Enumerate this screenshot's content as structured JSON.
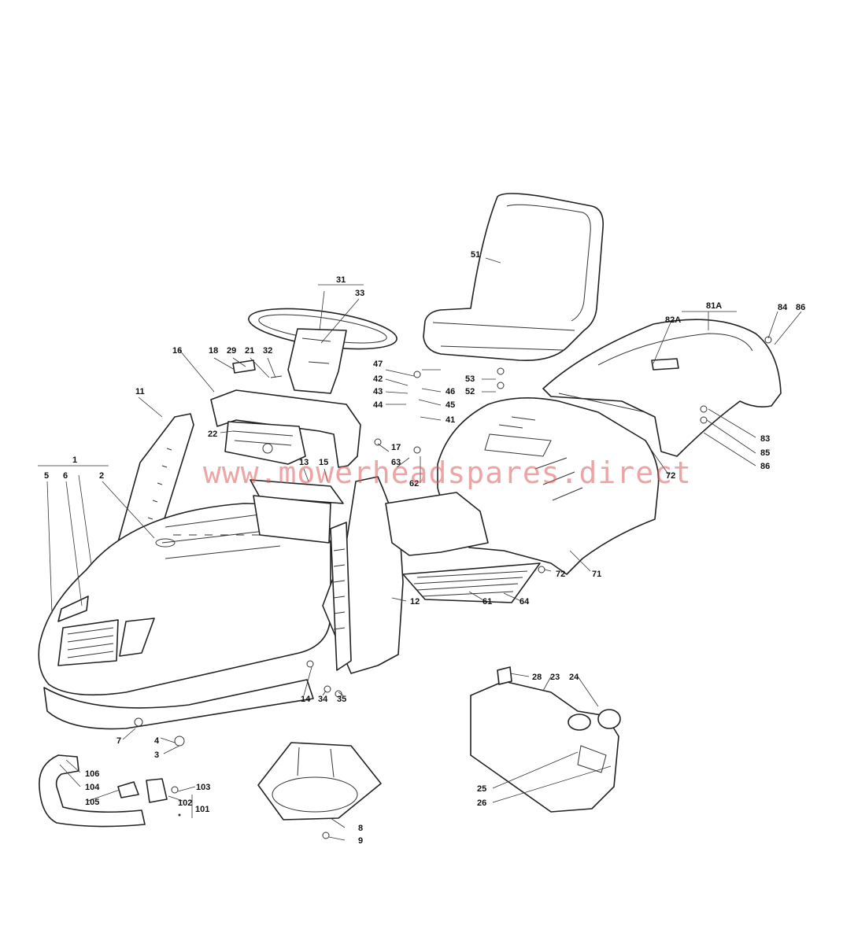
{
  "watermark": "www.mowerheadspares.direct",
  "labels": {
    "l1": "1",
    "l2": "2",
    "l3": "3",
    "l4": "4",
    "l5": "5",
    "l6": "6",
    "l7": "7",
    "l8": "8",
    "l9": "9",
    "l11": "11",
    "l12": "12",
    "l13": "13",
    "l14": "14",
    "l15": "15",
    "l16": "16",
    "l17": "17",
    "l18": "18",
    "l21": "21",
    "l22": "22",
    "l23": "23",
    "l24": "24",
    "l25": "25",
    "l26": "26",
    "l28": "28",
    "l29": "29",
    "l31": "31",
    "l32": "32",
    "l33": "33",
    "l34": "34",
    "l35": "35",
    "l41": "41",
    "l42": "42",
    "l43": "43",
    "l44": "44",
    "l45": "45",
    "l46": "46",
    "l47": "47",
    "l51": "51",
    "l52": "52",
    "l53": "53",
    "l61": "61",
    "l62": "62",
    "l63": "63",
    "l64": "64",
    "l71": "71",
    "l72a": "72",
    "l72b": "72",
    "l81A": "81A",
    "l82A": "82A",
    "l83": "83",
    "l84": "84",
    "l85": "85",
    "l86a": "86",
    "l86b": "86",
    "l101": "101",
    "l102": "102",
    "l103": "103",
    "l104": "104",
    "l105": "105",
    "l106": "106"
  }
}
